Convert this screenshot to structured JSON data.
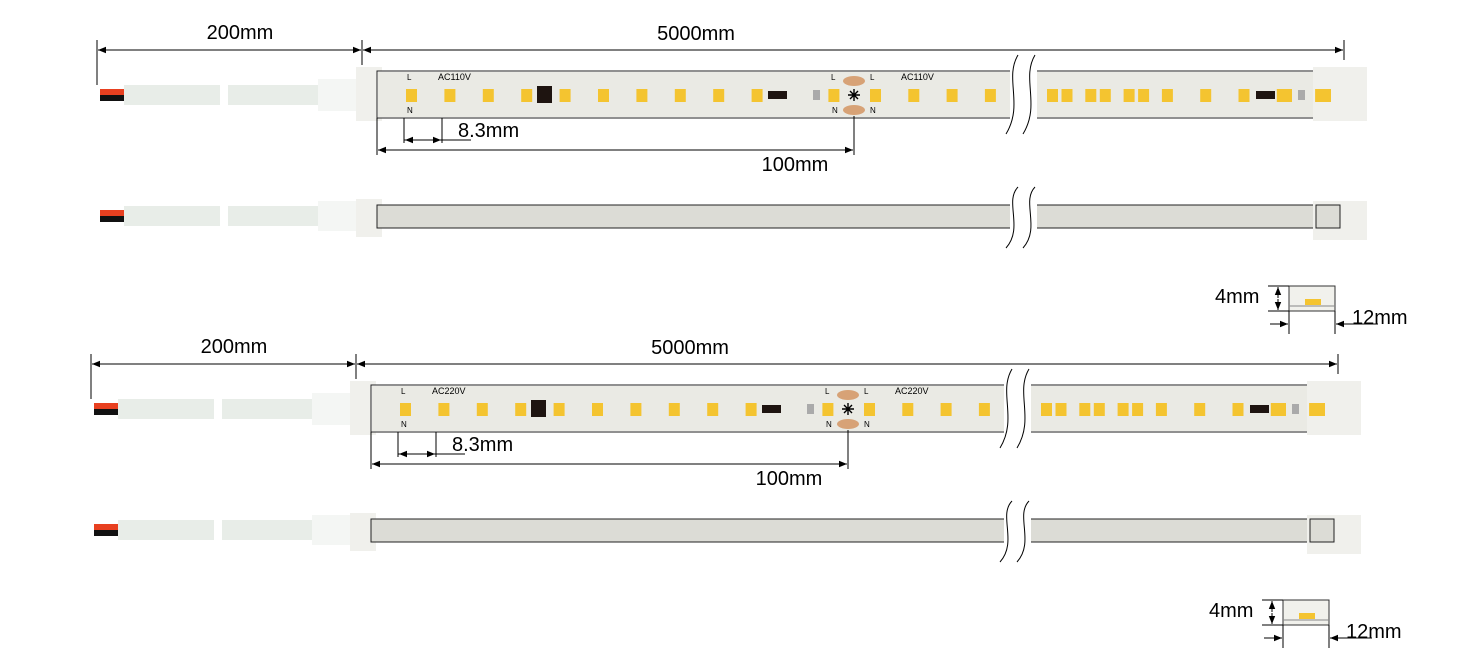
{
  "colors": {
    "led": "#f4c430",
    "strip_fill": "#eaeae4",
    "cover_fill": "#dcdcd6",
    "cable": "#e8ede8",
    "wire_red": "#e84020",
    "wire_black": "#111111",
    "fuse": "#d7a276",
    "ic": "#1e1410"
  },
  "diagrams": [
    {
      "id": "ac110",
      "lead_length": "200mm",
      "strip_length": "5000mm",
      "voltage_label": "AC110V",
      "pitch": "8.3mm",
      "cut_unit": "100mm",
      "pin_l": "L",
      "pin_n": "N",
      "section_height": "4mm",
      "section_width": "12mm"
    },
    {
      "id": "ac220",
      "lead_length": "200mm",
      "strip_length": "5000mm",
      "voltage_label": "AC220V",
      "pitch": "8.3mm",
      "cut_unit": "100mm",
      "pin_l": "L",
      "pin_n": "N",
      "section_height": "4mm",
      "section_width": "12mm"
    }
  ]
}
